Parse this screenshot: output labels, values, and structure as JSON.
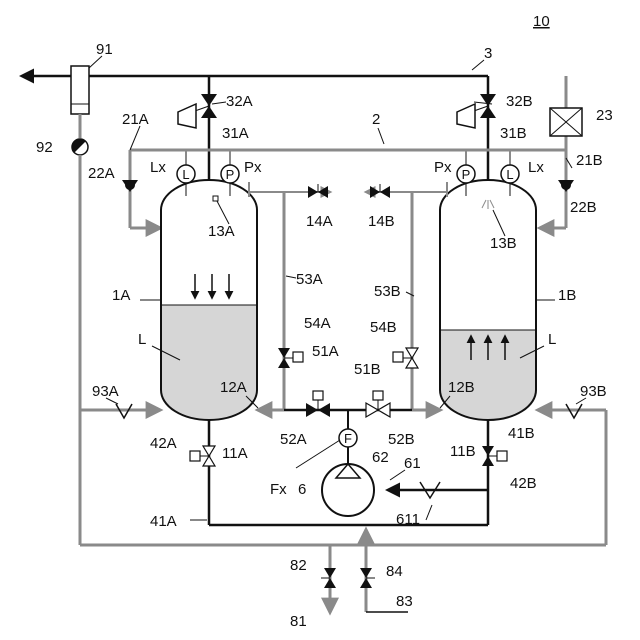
{
  "title": "10",
  "labels": {
    "sys3": "3",
    "sys2": "2",
    "n91": "91",
    "n92": "92",
    "n21A": "21A",
    "n21B": "21B",
    "n22A": "22A",
    "n22B": "22B",
    "n23": "23",
    "n32A": "32A",
    "n32B": "32B",
    "n31A": "31A",
    "n31B": "31B",
    "Lx_left": "Lx",
    "Lx_right": "Lx",
    "Px_left": "Px",
    "Px_right": "Px",
    "n13A": "13A",
    "n13B": "13B",
    "n14A": "14A",
    "n14B": "14B",
    "n53A": "53A",
    "n53B": "53B",
    "n54A": "54A",
    "n54B": "54B",
    "n1A": "1A",
    "n1B": "1B",
    "L_left": "L",
    "L_right": "L",
    "n51A": "51A",
    "n51B": "51B",
    "n52A": "52A",
    "n52B": "52B",
    "n12A": "12A",
    "n12B": "12B",
    "n93A": "93A",
    "n93B": "93B",
    "n42A": "42A",
    "n42B": "42B",
    "n11A": "11A",
    "n11B": "11B",
    "n41A": "41A",
    "n41B": "41B",
    "n62": "62",
    "Fx": "Fx",
    "n6": "6",
    "n61": "61",
    "n611": "611",
    "n82": "82",
    "n84": "84",
    "n81": "81",
    "n83": "83"
  },
  "symbols": {
    "gauge_L": "L",
    "gauge_P": "P",
    "flow_F": "F"
  },
  "colors": {
    "pipe_gray": "#8a8a8a",
    "pipe_black": "#111111",
    "liquid": "#d6d6d6"
  }
}
